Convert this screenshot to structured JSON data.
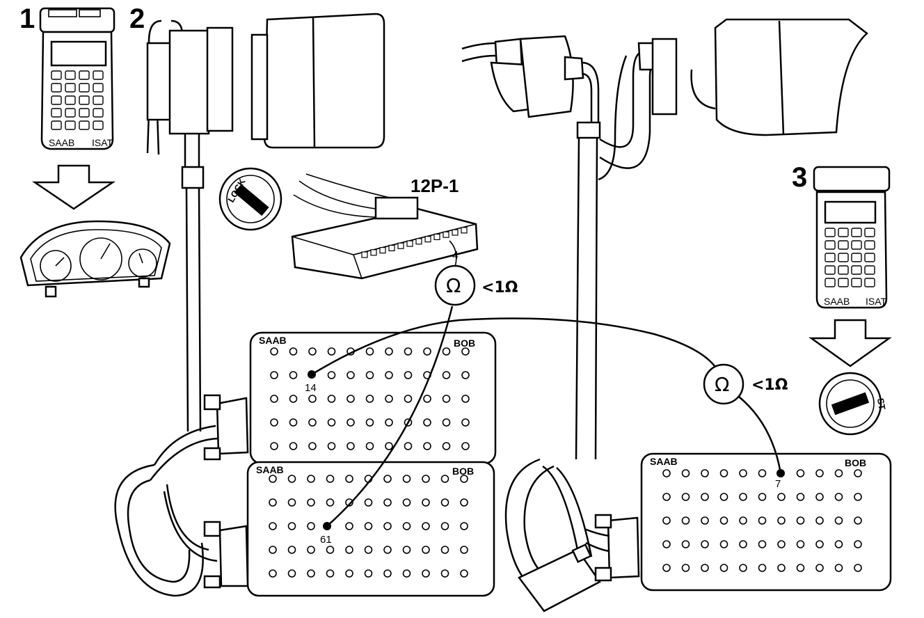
{
  "steps": {
    "one": "1",
    "two": "2",
    "three": "3"
  },
  "connector": {
    "label": "12P-1",
    "pin": "4"
  },
  "ignition_left": {
    "text": "LOCK"
  },
  "ignition_right": {
    "text": "ST"
  },
  "tester_left": {
    "brand": "SAAB",
    "model": "ISAT"
  },
  "tester_right": {
    "brand": "SAAB",
    "model": "ISAT"
  },
  "bob_upper": {
    "brand": "SAAB",
    "name": "BOB",
    "pin": "14"
  },
  "bob_lower": {
    "brand": "SAAB",
    "name": "BOB",
    "pin": "61"
  },
  "bob_right": {
    "brand": "SAAB",
    "name": "BOB",
    "pin": "7"
  },
  "meter_top": {
    "symbol": "Ω",
    "reading": "<1Ω"
  },
  "meter_right": {
    "symbol": "Ω",
    "reading": "<1Ω"
  }
}
